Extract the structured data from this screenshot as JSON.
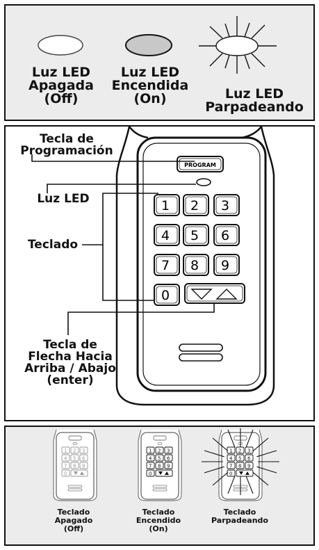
{
  "led_panel": {
    "off_label": "Luz LED\nApagada\n(Off)",
    "on_label": "Luz LED\nEncendida\n(On)",
    "blink_label": "Luz LED\nParpadeando"
  },
  "diagram_panel": {
    "program_key_label": "Tecla de\nProgramación",
    "led_label": "Luz LED",
    "keypad_label": "Teclado",
    "arrow_key_label": "Tecla de\nFlecha Hacia\nArriba / Abajo\n(enter)",
    "program_button_text": "PROGRAM",
    "keys": [
      "1",
      "2",
      "3",
      "4",
      "5",
      "6",
      "7",
      "8",
      "9",
      "0"
    ]
  },
  "keypad_panel": {
    "off_label": "Teclado\nApagado\n(Off)",
    "on_label": "Teclado\nEncendido\n(On)",
    "blink_label": "Teclado\nParpadeando"
  },
  "colors": {
    "border": "#111111",
    "panel_bg": "#ececec",
    "led_on": "#c8c8c8"
  }
}
